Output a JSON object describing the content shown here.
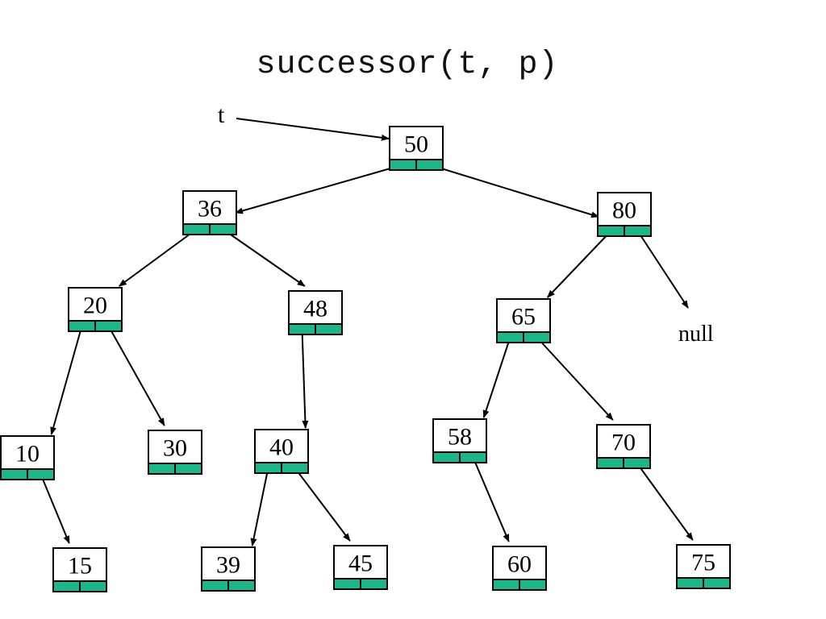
{
  "slide": {
    "title": "successor(t, p)"
  },
  "tree": {
    "pointer_label": "t",
    "null_label": "null",
    "node_fill": "#ffffff",
    "pointer_fill": "#1ab78a",
    "stroke": "#000000",
    "nodes": [
      {
        "id": "n50",
        "value": "50"
      },
      {
        "id": "n36",
        "value": "36"
      },
      {
        "id": "n80",
        "value": "80"
      },
      {
        "id": "n20",
        "value": "20"
      },
      {
        "id": "n48",
        "value": "48"
      },
      {
        "id": "n65",
        "value": "65"
      },
      {
        "id": "n10",
        "value": "10"
      },
      {
        "id": "n30",
        "value": "30"
      },
      {
        "id": "n40",
        "value": "40"
      },
      {
        "id": "n58",
        "value": "58"
      },
      {
        "id": "n70",
        "value": "70"
      },
      {
        "id": "n15",
        "value": "15"
      },
      {
        "id": "n39",
        "value": "39"
      },
      {
        "id": "n45",
        "value": "45"
      },
      {
        "id": "n60",
        "value": "60"
      },
      {
        "id": "n75",
        "value": "75"
      }
    ],
    "edges": [
      {
        "from": "n50",
        "to": "n36",
        "side": "left"
      },
      {
        "from": "n50",
        "to": "n80",
        "side": "right"
      },
      {
        "from": "n36",
        "to": "n20",
        "side": "left"
      },
      {
        "from": "n36",
        "to": "n48",
        "side": "right"
      },
      {
        "from": "n80",
        "to": "n65",
        "side": "left"
      },
      {
        "from": "n80",
        "to": "null",
        "side": "right"
      },
      {
        "from": "n20",
        "to": "n10",
        "side": "left"
      },
      {
        "from": "n20",
        "to": "n30",
        "side": "right"
      },
      {
        "from": "n48",
        "to": "n40",
        "side": "left"
      },
      {
        "from": "n65",
        "to": "n58",
        "side": "left"
      },
      {
        "from": "n65",
        "to": "n70",
        "side": "right"
      },
      {
        "from": "n10",
        "to": "n15",
        "side": "right"
      },
      {
        "from": "n40",
        "to": "n39",
        "side": "left"
      },
      {
        "from": "n40",
        "to": "n45",
        "side": "right"
      },
      {
        "from": "n58",
        "to": "n60",
        "side": "right"
      },
      {
        "from": "n70",
        "to": "n75",
        "side": "right"
      }
    ]
  }
}
